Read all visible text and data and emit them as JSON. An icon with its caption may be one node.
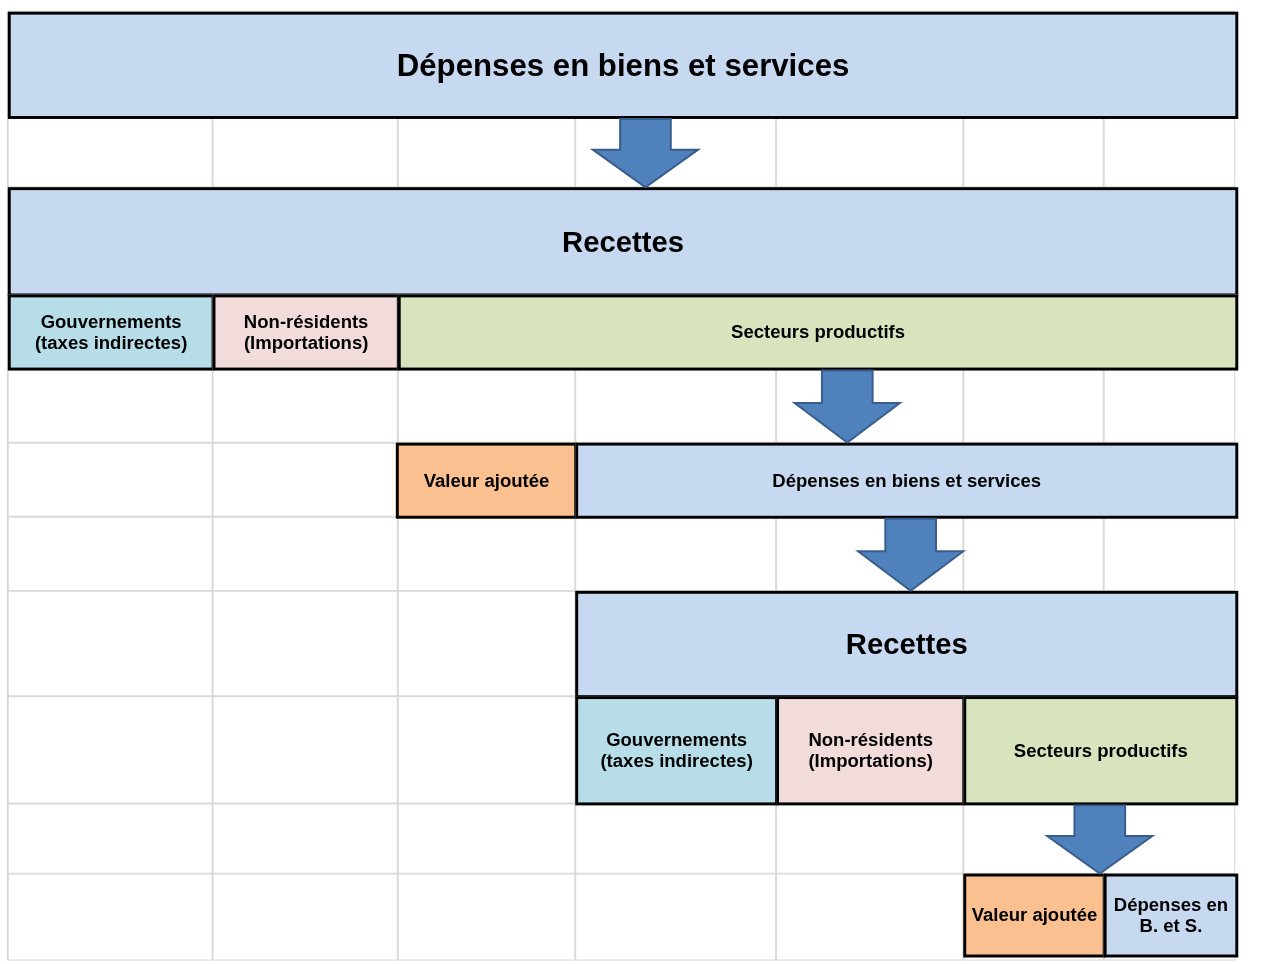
{
  "diagram": {
    "nodes": [
      {
        "text": [
          "Dépenses en biens et services"
        ]
      },
      {
        "text": [
          "Recettes"
        ]
      },
      {
        "text": [
          "Gouvernements (taxes indirectes)"
        ]
      },
      {
        "text": [
          "Non-résidents (Importations)"
        ]
      },
      {
        "text": [
          "Secteurs productifs"
        ]
      },
      {
        "text": [
          "Valeur ajoutée"
        ]
      },
      {
        "text": [
          "Dépenses en biens et services"
        ]
      },
      {
        "text": [
          "Recettes"
        ]
      },
      {
        "text": [
          "Gouvernements (taxes indirectes)"
        ]
      },
      {
        "text": [
          "Non-résidents (Importations)"
        ]
      },
      {
        "text": [
          "Secteurs productifs"
        ]
      },
      {
        "text": [
          "Valeur ajoutée"
        ]
      },
      {
        "text": [
          "Dépenses en B. et S."
        ]
      }
    ],
    "edges": [
      {
        "from": 0,
        "to": 1,
        "arrow": "to",
        "style": "thick"
      },
      {
        "from": 4,
        "to": 6,
        "arrow": "to",
        "style": "thick"
      },
      {
        "from": 6,
        "to": 7,
        "arrow": "to",
        "style": "thick"
      },
      {
        "from": 10,
        "to": 11,
        "arrow": "to",
        "style": "thick"
      },
      {
        "from": 10,
        "to": 12,
        "arrow": "to",
        "style": "thick"
      }
    ]
  }
}
